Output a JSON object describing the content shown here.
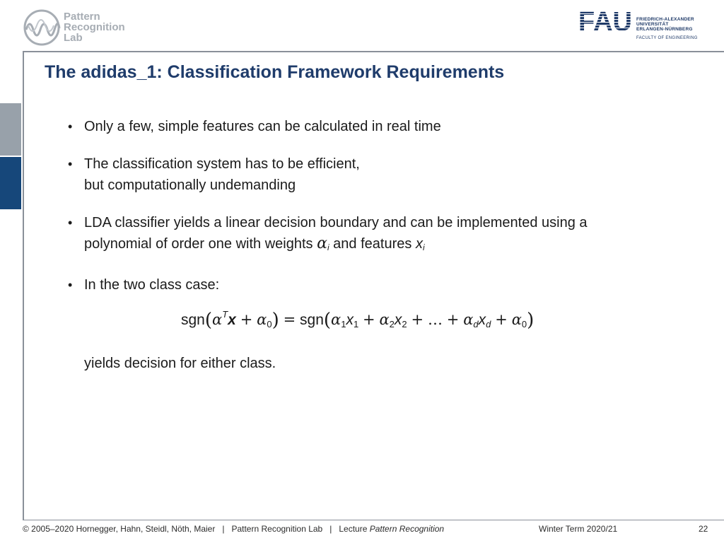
{
  "header": {
    "lab_logo_lines": [
      "Pattern",
      "Recognition",
      "Lab"
    ],
    "fau_letters": "FAU",
    "fau_name_lines": [
      "FRIEDRICH-ALEXANDER",
      "UNIVERSITÄT",
      "ERLANGEN-NÜRNBERG"
    ],
    "fau_faculty": "FACULTY OF ENGINEERING",
    "colors": {
      "title": "#1f3c6b",
      "fau_blue": "#1f3a68",
      "tab_gray": "#98a1aa",
      "tab_blue": "#16477a",
      "logo_gray": "#a7adb4"
    }
  },
  "slide": {
    "title": "The adidas_1: Classification Framework Requirements",
    "bullets": [
      {
        "lines": [
          "Only a few, simple features can be calculated in real time"
        ]
      },
      {
        "lines": [
          "The classification system has to be efficient,",
          "but computationally undemanding"
        ]
      },
      {
        "line1": "LDA classifier yields a linear decision boundary and can be implemented using a",
        "line2_prefix": "polynomial of order one with weights",
        "alpha": "α",
        "alpha_sub": "i",
        "line2_mid": "and features",
        "x": "x",
        "x_sub": "i"
      },
      {
        "lines": [
          "In the two class case:"
        ]
      }
    ],
    "formula": {
      "sgn": "sgn",
      "alpha": "α",
      "T": "T",
      "x": "x",
      "sub0": "0",
      "sub1": "1",
      "sub2": "2",
      "subd": "d",
      "ellipsis": "…"
    },
    "conclusion": "yields decision for either class."
  },
  "footer": {
    "left_prefix": "© 2005–2020 Hornegger, Hahn, Steidl, Nöth, Maier   |   Pattern Recognition Lab   |   Lecture ",
    "lecture_name": "Pattern Recognition",
    "term": "Winter Term 2020/21",
    "page": "22"
  }
}
